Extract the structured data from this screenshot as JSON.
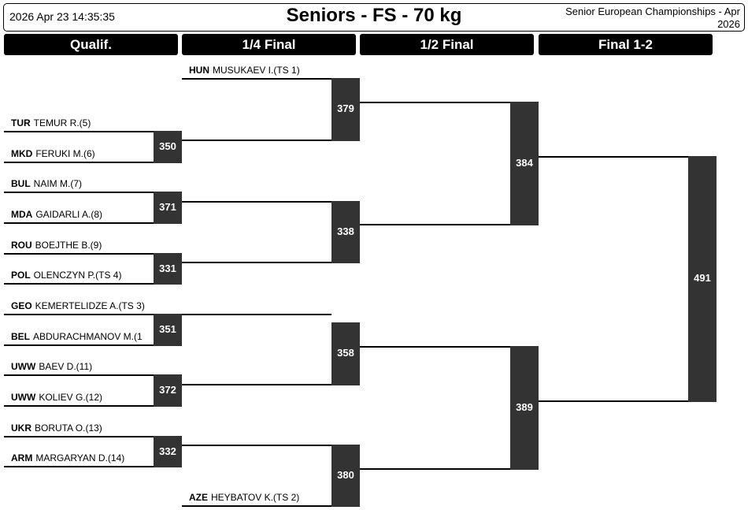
{
  "header": {
    "timestamp": "2026 Apr 23 14:35:35",
    "title": "Seniors - FS - 70 kg",
    "event_line1": "Senior European Championships - Apr",
    "event_line2": "2026"
  },
  "rounds": [
    "Qualif.",
    "1/4 Final",
    "1/2 Final",
    "Final 1-2"
  ],
  "athletes": {
    "hun": {
      "code": "HUN",
      "name": "MUSUKAEV I.(TS 1)"
    },
    "tur": {
      "code": "TUR",
      "name": "TEMUR R.(5)"
    },
    "mkd": {
      "code": "MKD",
      "name": "FERUKI M.(6)"
    },
    "bul": {
      "code": "BUL",
      "name": "NAIM M.(7)"
    },
    "mda": {
      "code": "MDA",
      "name": "GAIDARLI A.(8)"
    },
    "rou": {
      "code": "ROU",
      "name": "BOEJTHE B.(9)"
    },
    "pol": {
      "code": "POL",
      "name": "OLENCZYN P.(TS 4)"
    },
    "geo": {
      "code": "GEO",
      "name": "KEMERTELIDZE A.(TS 3)"
    },
    "bel": {
      "code": "BEL",
      "name": "ABDURACHMANOV M.(1"
    },
    "uww1": {
      "code": "UWW",
      "name": "BAEV D.(11)"
    },
    "uww2": {
      "code": "UWW",
      "name": "KOLIEV G.(12)"
    },
    "ukr": {
      "code": "UKR",
      "name": "BORUTA O.(13)"
    },
    "arm": {
      "code": "ARM",
      "name": "MARGARYAN D.(14)"
    },
    "aze": {
      "code": "AZE",
      "name": "HEYBATOV K.(TS 2)"
    }
  },
  "bouts": {
    "q350": "350",
    "q371": "371",
    "q331": "331",
    "q351": "351",
    "q372": "372",
    "q332": "332",
    "qf379": "379",
    "qf338": "338",
    "qf358": "358",
    "qf380": "380",
    "sf384": "384",
    "sf389": "389",
    "f491": "491"
  }
}
